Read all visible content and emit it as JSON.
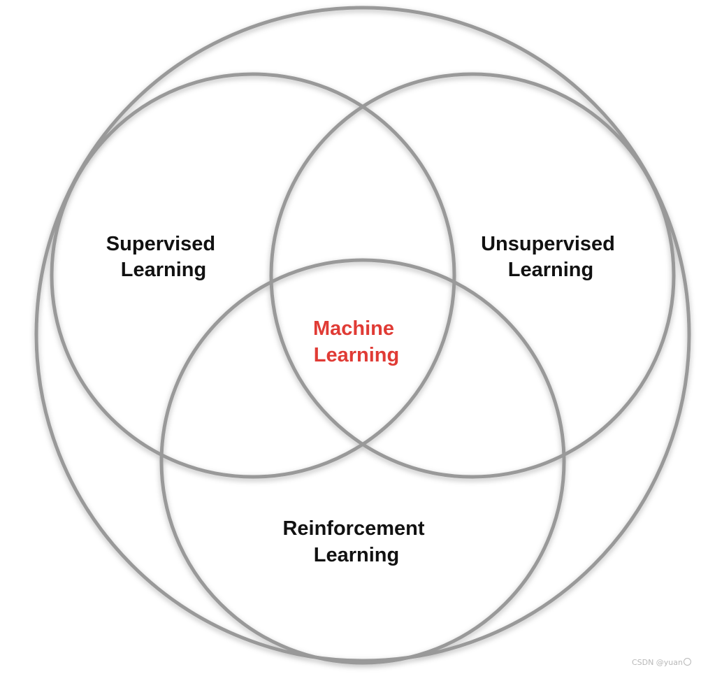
{
  "colors": {
    "circle_stroke": "#999999",
    "label_text": "#111111",
    "center_text": "#e03b35"
  },
  "labels": {
    "supervised": [
      "Supervised",
      "Learning"
    ],
    "unsupervised": [
      "Unsupervised",
      "Learning"
    ],
    "reinforcement": [
      "Reinforcement",
      "Learning"
    ],
    "center": [
      "Machine",
      "Learning"
    ]
  },
  "watermark": {
    "text": "CSDN @yuan"
  }
}
